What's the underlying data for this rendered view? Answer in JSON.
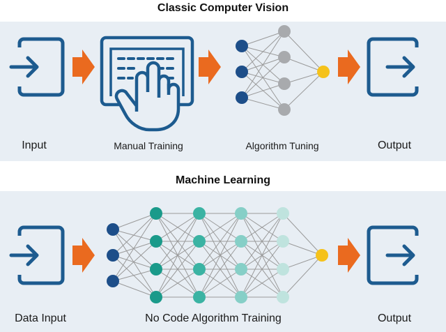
{
  "colors": {
    "background_band": "#e8eef4",
    "icon_blue": "#1d5b8f",
    "arrow_orange": "#ea6a1f",
    "node_dark_blue": "#1d4e89",
    "node_gray": "#a8aaad",
    "node_yellow": "#f5c21b",
    "node_teal_1": "#1a9a8a",
    "node_teal_2": "#3bb3a3",
    "node_teal_3": "#86cfc7",
    "node_teal_4": "#bfe3de",
    "edge_gray": "#9a9a9a"
  },
  "classic": {
    "title": "Classic Computer Vision",
    "steps": [
      {
        "label": "Input",
        "icon": "input-icon"
      },
      {
        "label": "Manual Training",
        "icon": "touch-keyboard-icon"
      },
      {
        "label": "Algorithm Tuning",
        "icon": "neural-network-icon"
      },
      {
        "label": "Output",
        "icon": "output-icon"
      }
    ],
    "network_layers": [
      3,
      4,
      1
    ]
  },
  "ml": {
    "title": "Machine Learning",
    "steps": [
      {
        "label": "Data Input",
        "icon": "input-icon"
      },
      {
        "label": "No Code Algorithm Training",
        "icon": "deep-neural-network-icon"
      },
      {
        "label": "Output",
        "icon": "output-icon"
      }
    ],
    "network_layers": [
      3,
      4,
      4,
      4,
      4,
      1
    ]
  }
}
